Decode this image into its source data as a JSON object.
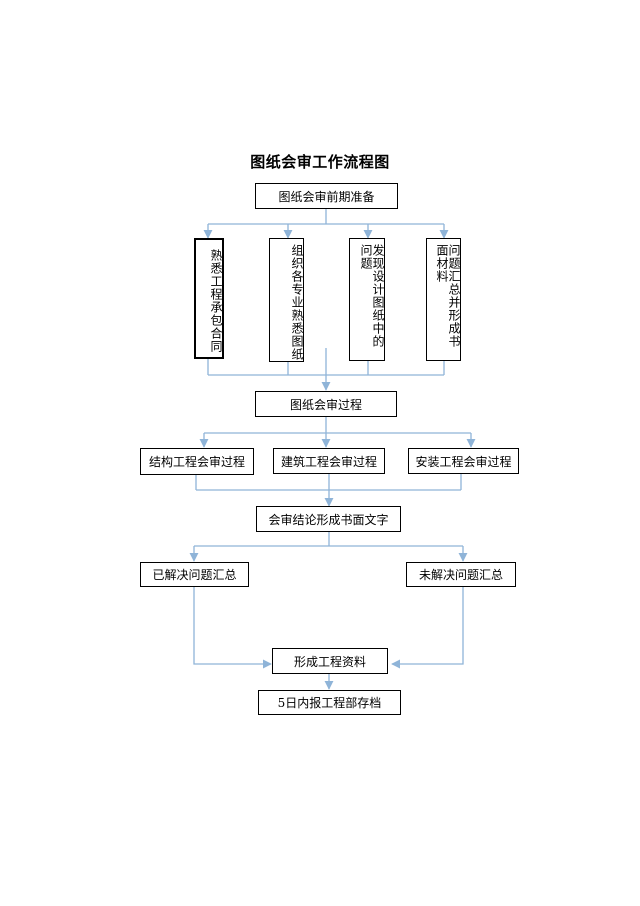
{
  "title": "图纸会审工作流程图",
  "nodes": {
    "prep": "图纸会审前期准备",
    "step1": "熟悉工程承包合同",
    "step2": "组织各专业熟悉图纸",
    "step3": "发现设计图纸中的问题",
    "step4": "问题汇总并形成书面材料",
    "process": "图纸会审过程",
    "structure": "结构工程会审过程",
    "architecture": "建筑工程会审过程",
    "installation": "安装工程会审过程",
    "conclusion": "会审结论形成书面文字",
    "resolved": "已解决问题汇总",
    "unresolved": "未解决问题汇总",
    "records": "形成工程资料",
    "report": "5日内报工程部存档"
  },
  "colors": {
    "connector": "#8fb4d8",
    "border": "#000000"
  }
}
